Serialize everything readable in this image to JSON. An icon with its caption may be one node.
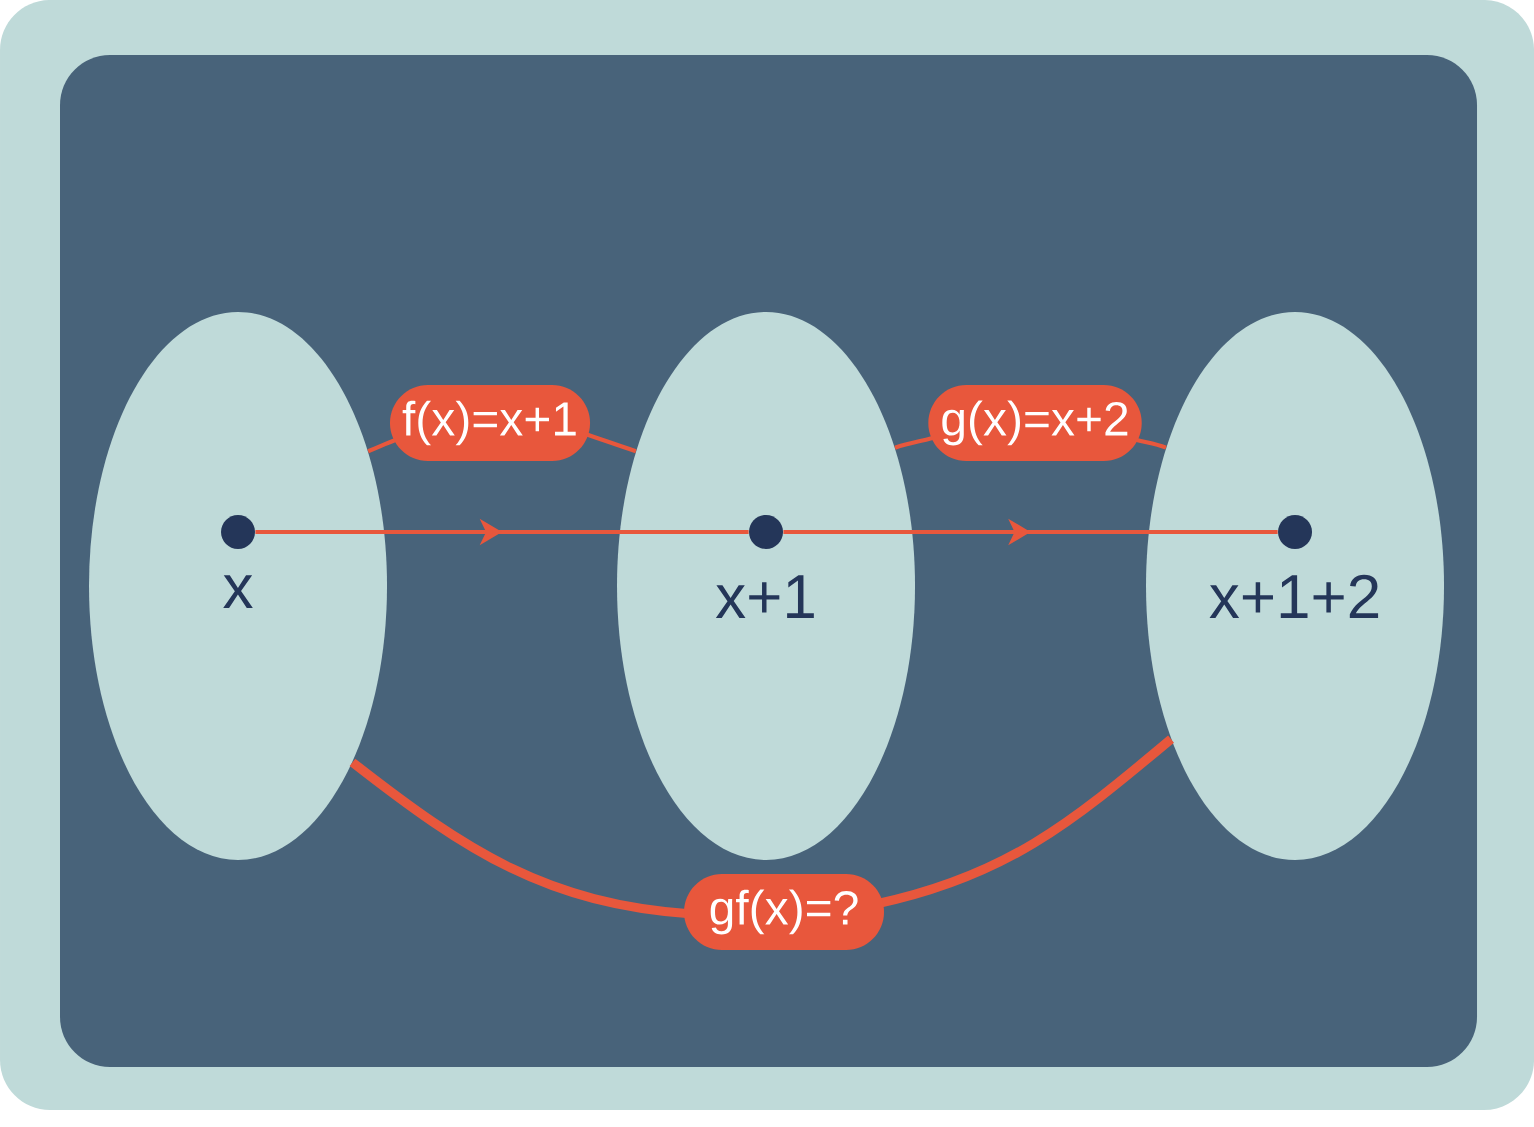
{
  "diagram": {
    "nodes": [
      {
        "text": [],
        "shape": "ellipse"
      },
      {
        "text": [],
        "shape": "circle",
        "in": 0,
        "beside": [
          "x"
        ]
      },
      {
        "text": [],
        "shape": "ellipse"
      },
      {
        "text": [],
        "shape": "circle",
        "in": 2,
        "beside": [
          "x+1"
        ]
      },
      {
        "text": [],
        "shape": "ellipse"
      },
      {
        "text": [],
        "shape": "circle",
        "in": 4,
        "beside": [
          "x+1+2"
        ]
      }
    ],
    "edges": [
      {
        "from": 0,
        "to": 2,
        "label": "f(x)=x+1",
        "arrow": "none"
      },
      {
        "from": 2,
        "to": 4,
        "label": "g(x)=x+2",
        "arrow": "none"
      },
      {
        "from": 1,
        "to": 3,
        "arrow": "to"
      },
      {
        "from": 3,
        "to": 5,
        "arrow": "to"
      },
      {
        "from": 0,
        "to": 4,
        "label": "gf(x)=?",
        "arrow": "none",
        "style": "thick"
      }
    ]
  }
}
